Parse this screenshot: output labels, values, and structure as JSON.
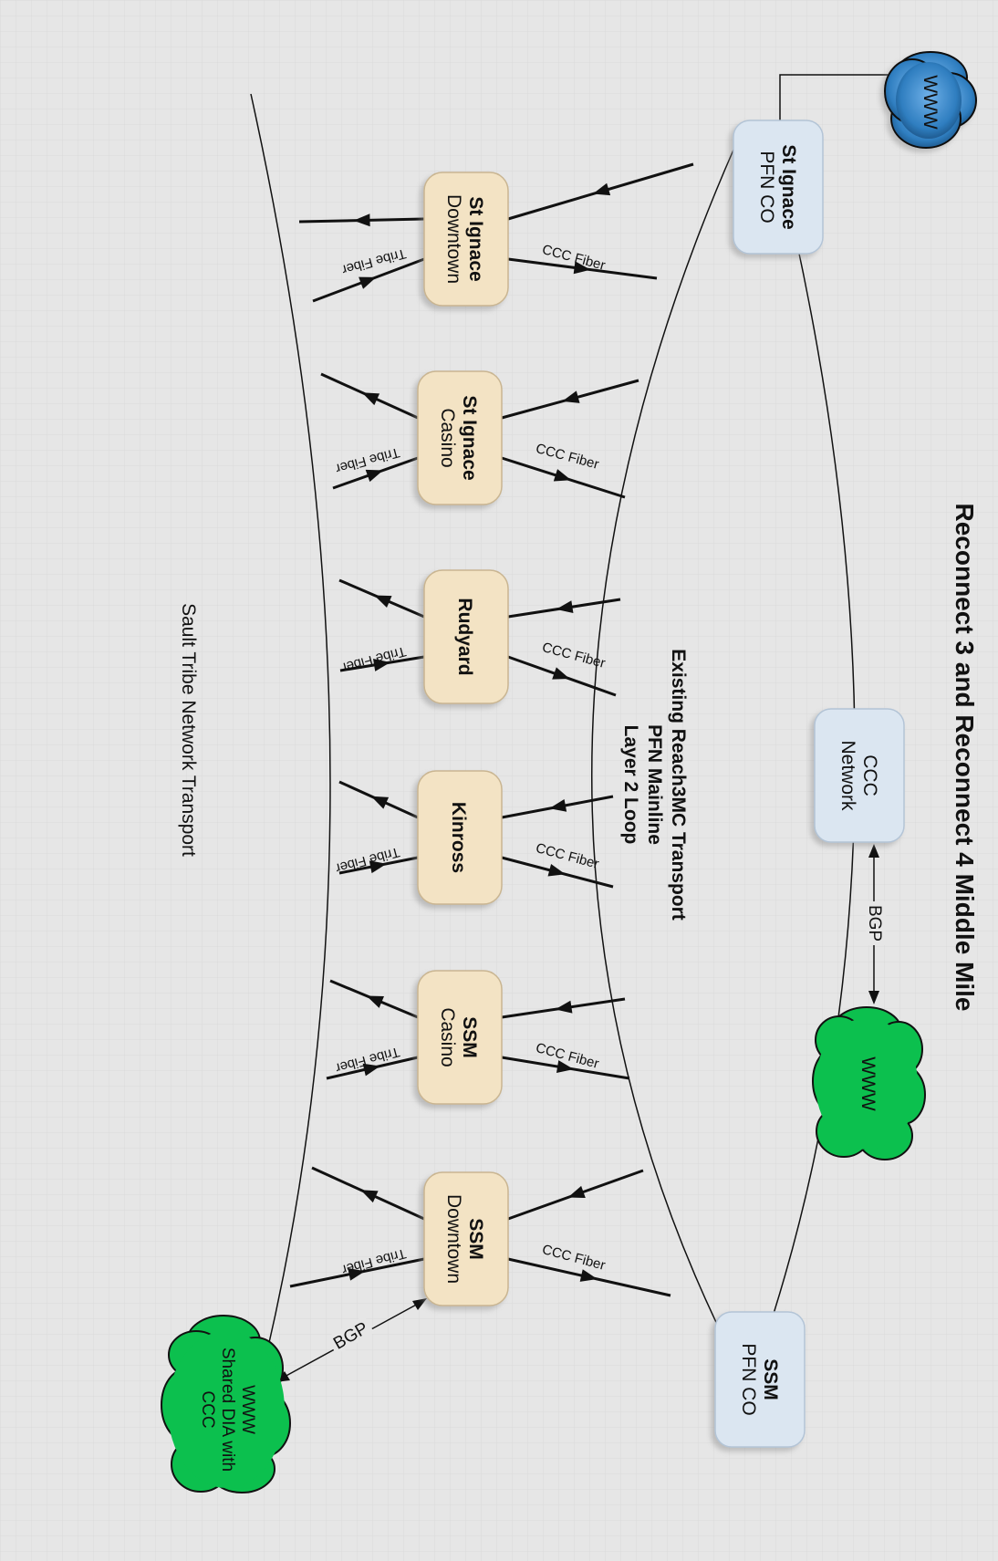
{
  "title": "Reconnect 3 and Reconnect 4 Middle Mile",
  "top_left_cloud": "WWW",
  "pfn_nodes": {
    "st_ignace": {
      "line1": "St Ignace",
      "line2": "PFN CO"
    },
    "ccc": {
      "line1": "CCC",
      "line2": "Network"
    },
    "ssm": {
      "line1": "SSM",
      "line2": "PFN CO"
    }
  },
  "ccc_bgp_label": "BGP",
  "ccc_cloud": "WWW",
  "transport_label": [
    "Existing Reach3MC Transport",
    "PFN Mainline",
    "Layer 2 Loop"
  ],
  "sites": [
    {
      "line1": "St Ignace",
      "line2": "Downtown",
      "ccc_label": "CCC Fiber",
      "tribe_label": "Tribe Fiber"
    },
    {
      "line1": "St Ignace",
      "line2": "Casino",
      "ccc_label": "CCC Fiber",
      "tribe_label": "Tribe Fiber"
    },
    {
      "line1": "Rudyard",
      "line2": "",
      "ccc_label": "CCC Fiber",
      "tribe_label": "Tribe Fiber"
    },
    {
      "line1": "Kinross",
      "line2": "",
      "ccc_label": "CCC Fiber",
      "tribe_label": "Tribe Fiber"
    },
    {
      "line1": "SSM",
      "line2": "Casino",
      "ccc_label": "CCC Fiber",
      "tribe_label": "Tribe Fiber"
    },
    {
      "line1": "SSM",
      "line2": "Downtown",
      "ccc_label": "CCC Fiber",
      "tribe_label": "Tribe Fiber"
    }
  ],
  "tribe_network_label": "Sault Tribe Network Transport",
  "shared_bgp_label": "BGP",
  "shared_cloud": [
    "WWW",
    "Shared DIA with",
    "CCC"
  ],
  "colors": {
    "site_fill": "#f3e3c4",
    "site_stroke": "#c9b591",
    "pfn_fill": "#dbe6f1",
    "pfn_stroke": "#b3c4d6",
    "cloud_green": "#0cc04e",
    "cloud_blue": "#2f7ec0",
    "line": "#111111"
  }
}
